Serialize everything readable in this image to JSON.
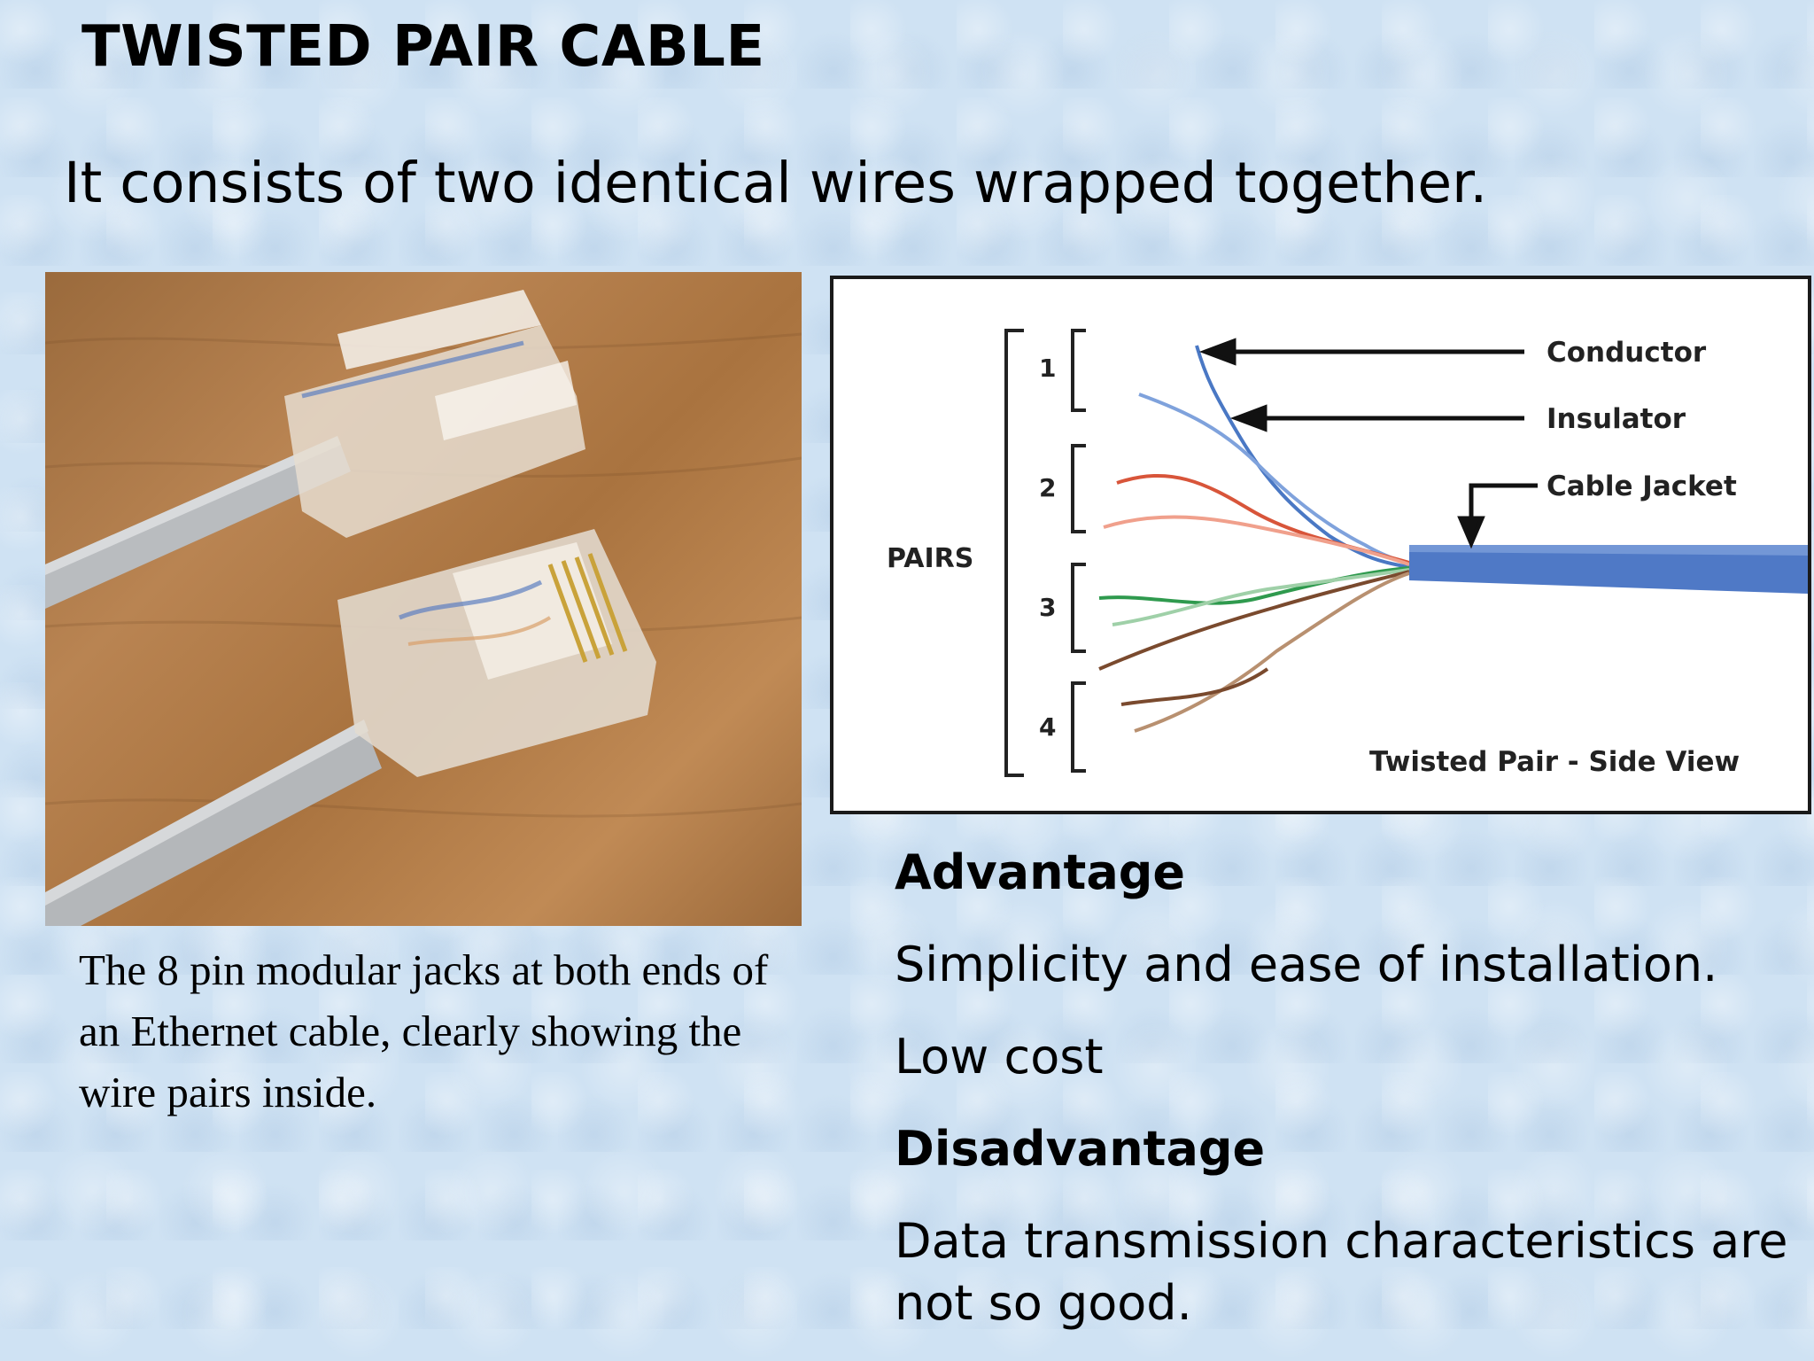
{
  "slide": {
    "title": "TWISTED PAIR CABLE",
    "subtitle": "It consists of two identical wires wrapped together."
  },
  "photo": {
    "caption": "The 8 pin modular jacks at both ends of an Ethernet cable, clearly showing the wire pairs inside."
  },
  "diagram": {
    "pairs_label": "PAIRS",
    "pair_numbers": [
      "1",
      "2",
      "3",
      "4"
    ],
    "callouts": {
      "conductor": "Conductor",
      "insulator": "Insulator",
      "cable_jacket": "Cable Jacket"
    },
    "caption": "Twisted Pair - Side View",
    "colors": {
      "pair1": "#4a78c4",
      "pair2": "#d8553a",
      "pair3": "#2f9a4e",
      "pair4": "#7a4a2e",
      "jacket": "#4f79c6"
    }
  },
  "advantages": {
    "heading": "Advantage",
    "items": [
      "Simplicity and ease of installation.",
      "Low cost"
    ]
  },
  "disadvantages": {
    "heading": "Disadvantage",
    "items": [
      "Data transmission characteristics are not so good."
    ]
  }
}
